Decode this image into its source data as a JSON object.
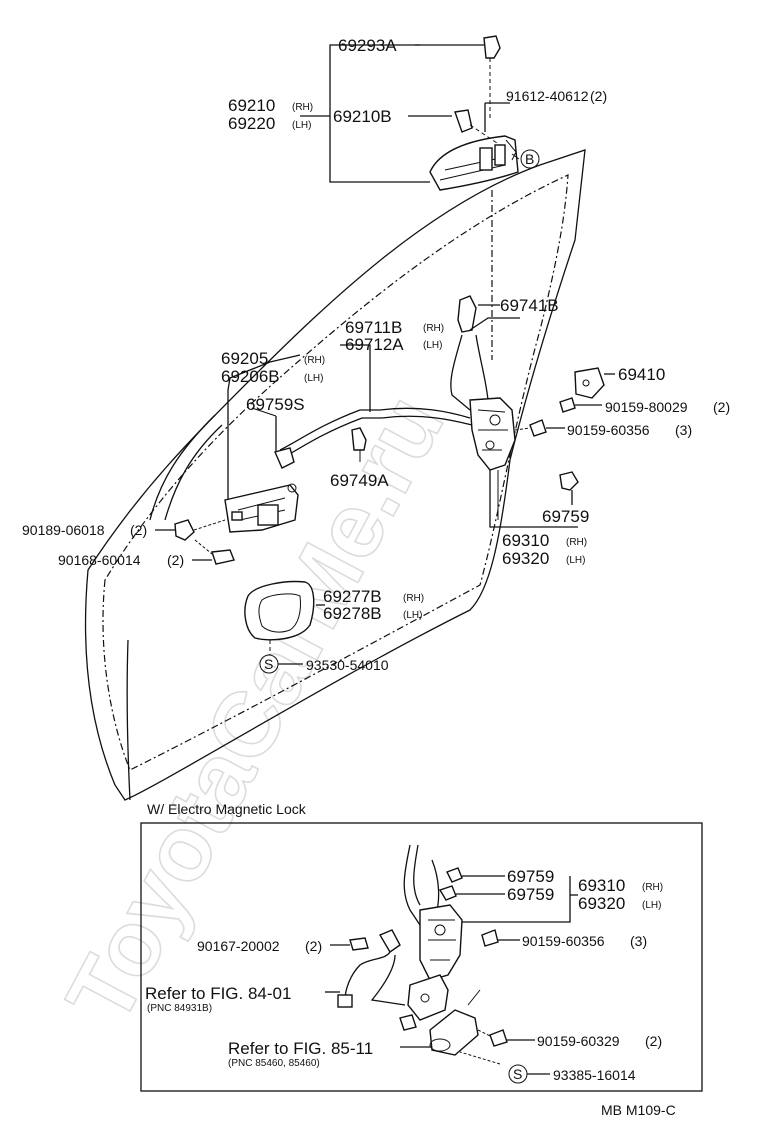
{
  "watermark": "ToyotaCarMe.ru",
  "labels": {
    "p69293A": "69293A",
    "p69210": "69210",
    "p69210_rh": "(RH)",
    "p69220": "69220",
    "p69220_lh": "(LH)",
    "p69210B": "69210B",
    "p91612": "91612-40612",
    "p91612_qty": "(2)",
    "marker_b": "B",
    "p69741B": "69741B",
    "p69711B": "69711B",
    "p69711B_rh": "(RH)",
    "p69712A": "69712A",
    "p69712A_lh": "(LH)",
    "p69205": "69205",
    "p69205_rh": "(RH)",
    "p69206B": "69206B",
    "p69206B_lh": "(LH)",
    "p69759S": "69759S",
    "p69410": "69410",
    "p90159_80029": "90159-80029",
    "p90159_80029_qty": "(2)",
    "p90159_60356": "90159-60356",
    "p90159_60356_qty": "(3)",
    "p69749A": "69749A",
    "p69759": "69759",
    "p90189": "90189-06018",
    "p90189_qty": "(2)",
    "p90168": "90168-60014",
    "p90168_qty": "(2)",
    "p69310": "69310",
    "p69310_rh": "(RH)",
    "p69320": "69320",
    "p69320_lh": "(LH)",
    "p69277B": "69277B",
    "p69277B_rh": "(RH)",
    "p69278B": "69278B",
    "p69278B_lh": "(LH)",
    "marker_s": "S",
    "p93530": "93530-54010"
  },
  "inset": {
    "title": "W/ Electro Magnetic Lock",
    "p69759_a": "69759",
    "p69759_b": "69759",
    "p69310": "69310",
    "p69310_rh": "(RH)",
    "p69320": "69320",
    "p69320_lh": "(LH)",
    "p90167": "90167-20002",
    "p90167_qty": "(2)",
    "p90159_60356": "90159-60356",
    "p90159_60356_qty": "(3)",
    "ref1": "Refer to FIG. 84-01",
    "ref1_pnc": "(PNC 84931B)",
    "ref2": "Refer to FIG. 85-11",
    "ref2_pnc": "(PNC 85460, 85460)",
    "p90159_60329": "90159-60329",
    "p90159_60329_qty": "(2)",
    "marker_s": "S",
    "p93385": "93385-16014"
  },
  "footer_code": "MB  M109-C"
}
